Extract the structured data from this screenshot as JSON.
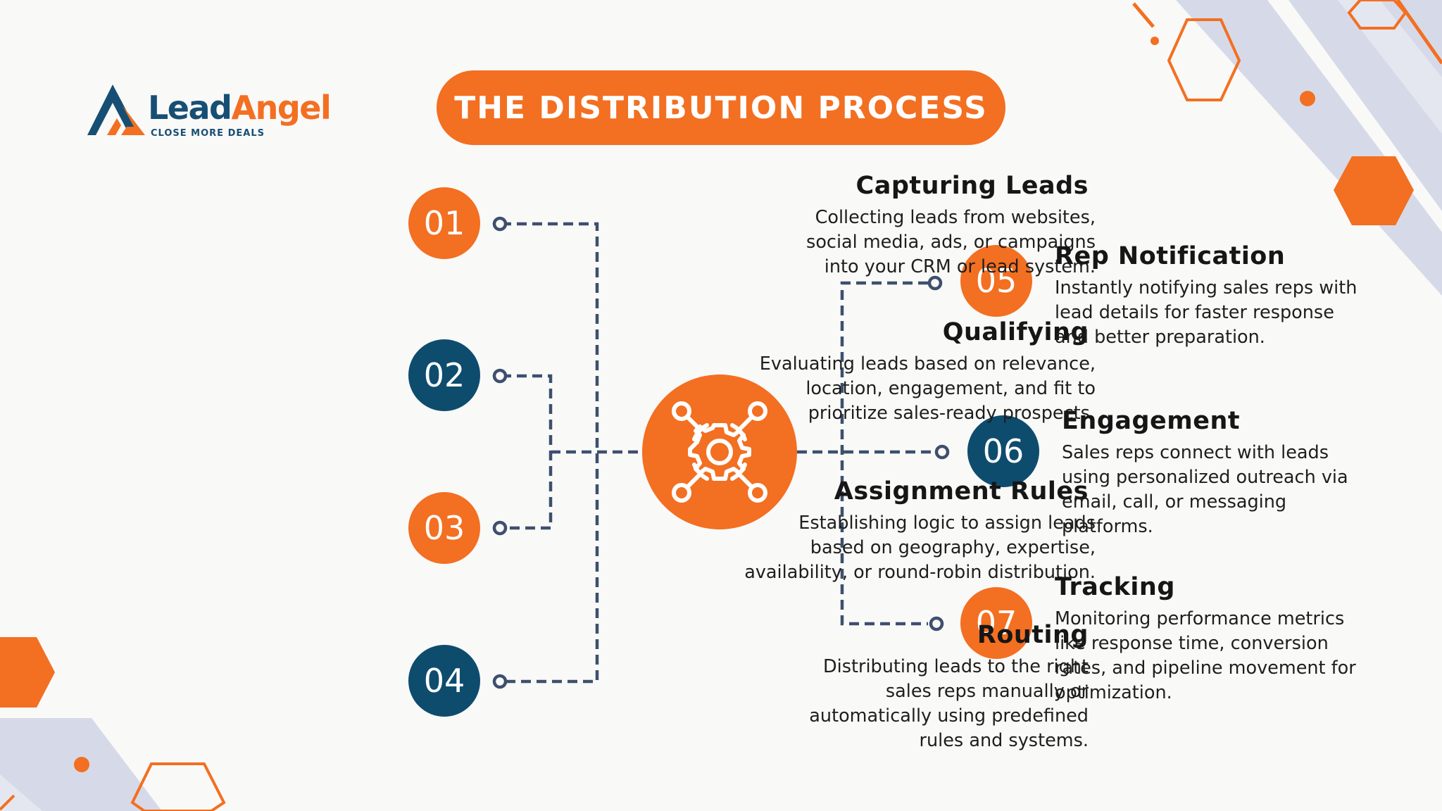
{
  "brand": {
    "name_lead": "Lead",
    "name_angel": "Angel",
    "tagline": "CLOSE MORE DEALS"
  },
  "title": "THE DISTRIBUTION PROCESS",
  "colors": {
    "orange": "#f36f21",
    "blue": "#0e4c6e",
    "connector": "#3e4f6e",
    "deco_gray": "#d6dae8"
  },
  "hub": {
    "icon": "gear-network-icon"
  },
  "steps": [
    {
      "number": "01",
      "title": "Capturing Leads",
      "lines": [
        "Collecting leads from websites,",
        "social media, ads, or campaigns",
        "into your CRM or lead system."
      ]
    },
    {
      "number": "02",
      "title": "Qualifying",
      "lines": [
        "Evaluating leads based on relevance,",
        "location, engagement, and fit to",
        "prioritize sales-ready prospects."
      ]
    },
    {
      "number": "03",
      "title": "Assignment Rules",
      "lines": [
        "Establishing logic to assign leads",
        "based on geography, expertise,",
        "availability, or round-robin distribution."
      ]
    },
    {
      "number": "04",
      "title": "Routing",
      "lines": [
        "Distributing leads to the right",
        "sales reps manually or",
        "automatically using predefined",
        "rules and systems."
      ]
    },
    {
      "number": "05",
      "title": "Rep Notification",
      "lines": [
        "Instantly notifying sales reps with",
        "lead details for faster response",
        "and better preparation."
      ]
    },
    {
      "number": "06",
      "title": "Engagement",
      "lines": [
        "Sales reps connect with leads",
        "using personalized outreach via",
        "email, call, or messaging",
        "platforms."
      ]
    },
    {
      "number": "07",
      "title": "Tracking",
      "lines": [
        "Monitoring performance metrics",
        "like response time, conversion",
        "rates, and pipeline movement for",
        "optimization."
      ]
    }
  ]
}
